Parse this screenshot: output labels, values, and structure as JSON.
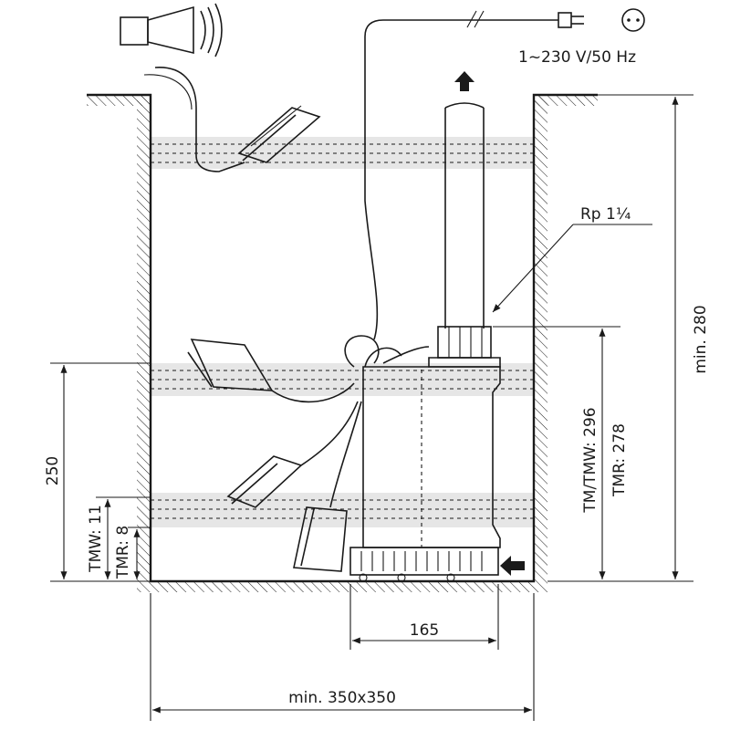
{
  "labels": {
    "voltage": "1~230 V/50 Hz",
    "thread": "Rp 1¼",
    "min_depth": "min. 280",
    "tm_tmw": "TM/TMW: 296",
    "tmr": "TMR: 278",
    "level_250": "250",
    "tmw_11": "TMW: 11",
    "tmr_8": "TMR: 8",
    "width_165": "165",
    "shaft_size": "min. 350x350"
  },
  "colors": {
    "line": "#1a1a1a",
    "water_band": "#e6e6e6",
    "background": "#ffffff"
  },
  "icons": [
    "alarm-horn-icon",
    "power-plug-icon",
    "socket-icon",
    "flow-arrow-up-icon",
    "inlet-arrow-icon"
  ]
}
